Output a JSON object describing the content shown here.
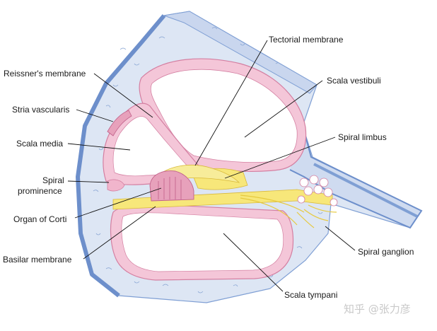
{
  "labels": {
    "tectorial_membrane": "Tectorial membrane",
    "reissners_membrane": "Reissner's membrane",
    "scala_vestibuli": "Scala vestibuli",
    "stria_vascularis": "Stria vascularis",
    "scala_media": "Scala media",
    "spiral_limbus": "Spiral limbus",
    "spiral_prominence_line1": "Spiral",
    "spiral_prominence_line2": "prominence",
    "organ_of_corti": "Organ of Corti",
    "spiral_ganglion": "Spiral ganglion",
    "basilar_membrane": "Basilar membrane",
    "scala_tympani": "Scala tympani"
  },
  "watermark": "知乎 @张力彦",
  "colors": {
    "bone": "#dde6f4",
    "bone_edge": "#7f9fd4",
    "membrane_pink": "#f4c6d8",
    "membrane_pink_edge": "#d47fa1",
    "nerve_yellow": "#f7e77a",
    "organ_red": "#e7a1bb"
  }
}
